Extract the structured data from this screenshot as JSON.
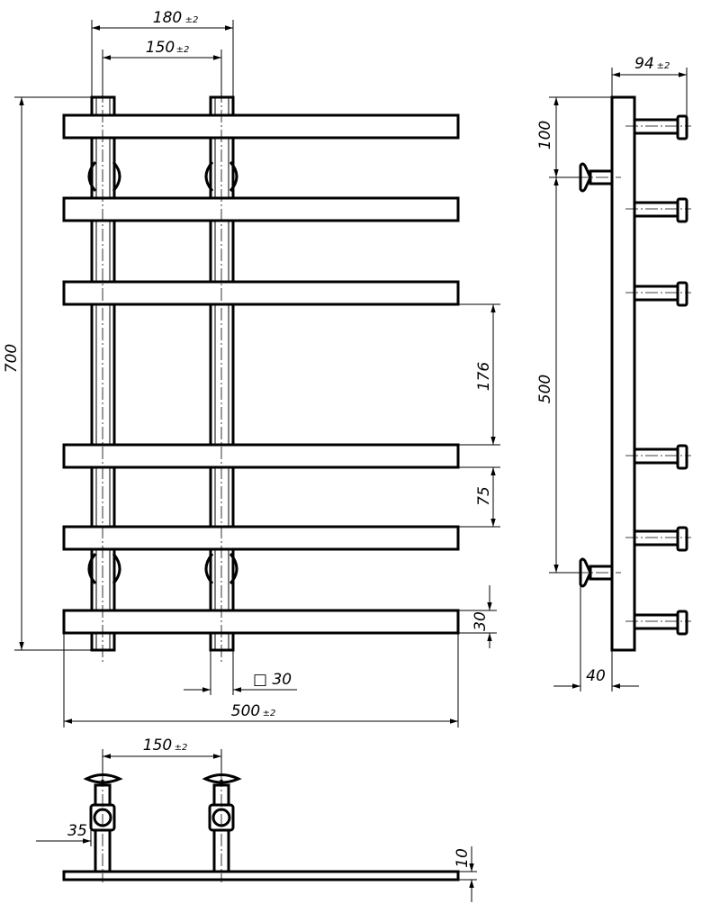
{
  "front_view": {
    "dim_180": {
      "value": "180",
      "tol": "±2"
    },
    "dim_150": {
      "value": "150",
      "tol": "±2"
    },
    "dim_700": "700",
    "dim_176": "176",
    "dim_75": "75",
    "dim_30": "30",
    "dim_square": "□ 30",
    "dim_500": {
      "value": "500",
      "tol": "±2"
    }
  },
  "side_view": {
    "dim_94": {
      "value": "94",
      "tol": "±2"
    },
    "dim_100": "100",
    "dim_500": "500",
    "dim_40": "40"
  },
  "top_view": {
    "dim_150": {
      "value": "150",
      "tol": "±2"
    },
    "dim_35": "35",
    "dim_10": "10"
  },
  "colors": {
    "line": "#000000",
    "background": "#ffffff"
  }
}
